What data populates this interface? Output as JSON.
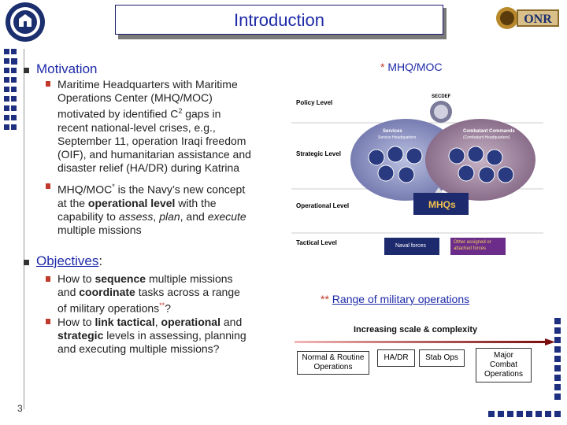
{
  "header": {
    "title": "Introduction"
  },
  "motivation": {
    "heading": "Motivation",
    "items": [
      {
        "line1": "Maritime Headquarters with Maritime",
        "line2": "Operations Center (MHQ/MOC)",
        "line3": "motivated by identified C",
        "line3_sup": "2",
        "line3_end": " gaps in",
        "line4": "recent national-level crises, e.g.,",
        "line5": "September 11, operation Iraqi freedom",
        "line6": "(OIF), and humanitarian assistance and",
        "line7": "disaster relief (HA/DR) during Katrina"
      },
      {
        "line1_a": "MHQ/MOC",
        "line1_sup": "*",
        "line1_b": " is the Navy’s new concept",
        "line2_a": "at the ",
        "line2_b": "operational level",
        "line2_c": " with the",
        "line3_a": "capability  to ",
        "line3_b": "assess",
        "line3_c": ", ",
        "line3_d": "plan",
        "line3_e": ", and ",
        "line3_f": "execute",
        "line4": "multiple missions"
      }
    ]
  },
  "objectives": {
    "heading": "Objectives",
    "colon": ":",
    "items": [
      {
        "l1_a": "How to ",
        "l1_b": "sequence",
        "l1_c": " multiple missions",
        "l2_a": "and ",
        "l2_b": "coordinate",
        "l2_c": " tasks across a range",
        "l3_a": "of military operations",
        "l3_sup": "**",
        "l3_c": "?"
      },
      {
        "l1_a": "How to ",
        "l1_b": "link tactical",
        "l1_c": ", ",
        "l1_d": "operational",
        "l1_e": " and",
        "l2_a": "strategic",
        "l2_b": " levels in assessing, planning",
        "l3": "and executing multiple missions?"
      }
    ]
  },
  "figure": {
    "ref_star": "* ",
    "ref_label": "MHQ/MOC",
    "levels": [
      "Policy Level",
      "Strategic Level",
      "Operational Level",
      "Tactical Level"
    ],
    "top_node": "SECDEF",
    "services_title": "Services",
    "services_sub": "Service Headquarters",
    "combatant_title": "Combatant Commands",
    "combatant_sub": "(Combatant Headquarters)",
    "mhq_label": "MHQs",
    "naval_forces": "Naval forces",
    "other_forces_1": "Other assigned or",
    "other_forces_2": "attached forces"
  },
  "range": {
    "star": "** ",
    "label": "Range of military operations",
    "scale_label": "Increasing scale & complexity",
    "boxes": [
      {
        "l1": "Normal & Routine",
        "l2": "Operations"
      },
      {
        "l1": "HA/DR"
      },
      {
        "l1": "Stab Ops"
      },
      {
        "l1": "Major",
        "l2": "Combat",
        "l3": "Operations"
      }
    ]
  },
  "footer": {
    "page_number": "3"
  },
  "colors": {
    "title_text": "#1e2aa8",
    "accent_red": "#c0392b",
    "navy": "#1f2f80"
  }
}
